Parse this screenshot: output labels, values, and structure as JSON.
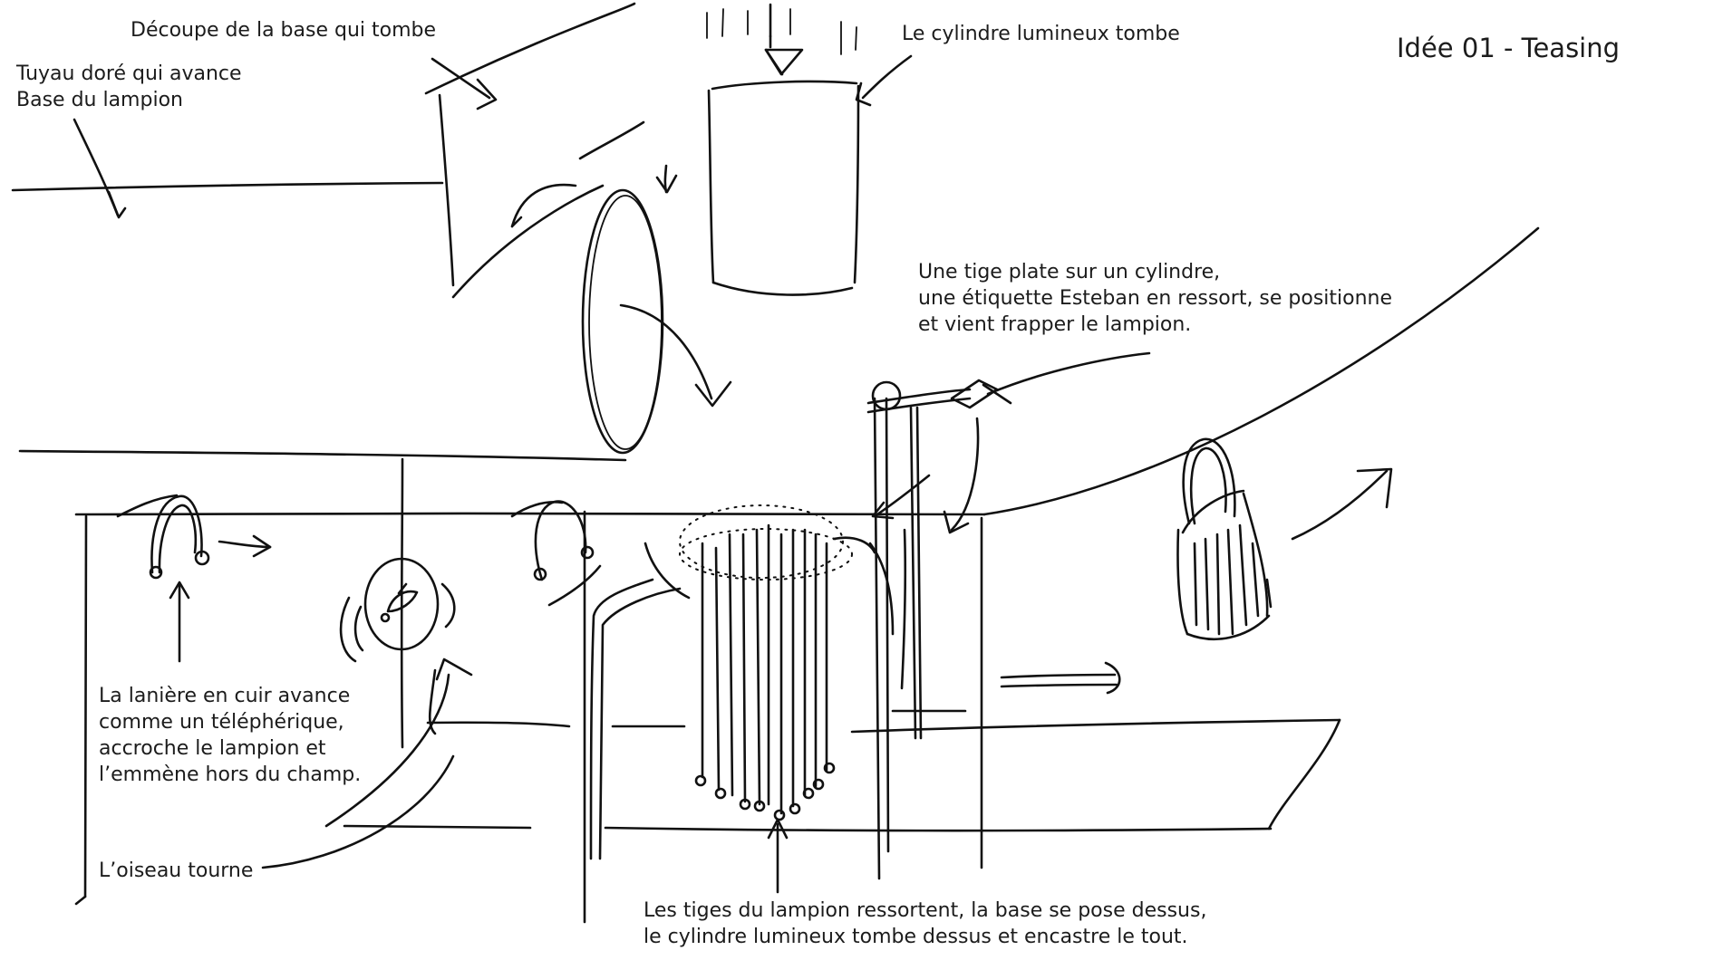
{
  "title": "Idée 01 - Teasing",
  "annotations": {
    "base_falls": "Découpe de la base qui tombe",
    "golden_pipe": "Tuyau doré qui avance\nBase du lampion",
    "cylinder_falls": "Le cylindre lumineux tombe",
    "flat_rod": "Une tige plate sur un cylindre,\nune étiquette Esteban en ressort, se positionne\net vient frapper le lampion.",
    "leather_strap": "La lanière en cuir avance\ncomme un téléphérique,\naccroche le lampion et\nl’emmène hors du champ.",
    "bird_turns": "L’oiseau tourne",
    "rods_emerge": "Les tiges du lampion ressortent, la base se pose dessus,\nle cylindre lumineux tombe dessus et encastre le tout."
  }
}
